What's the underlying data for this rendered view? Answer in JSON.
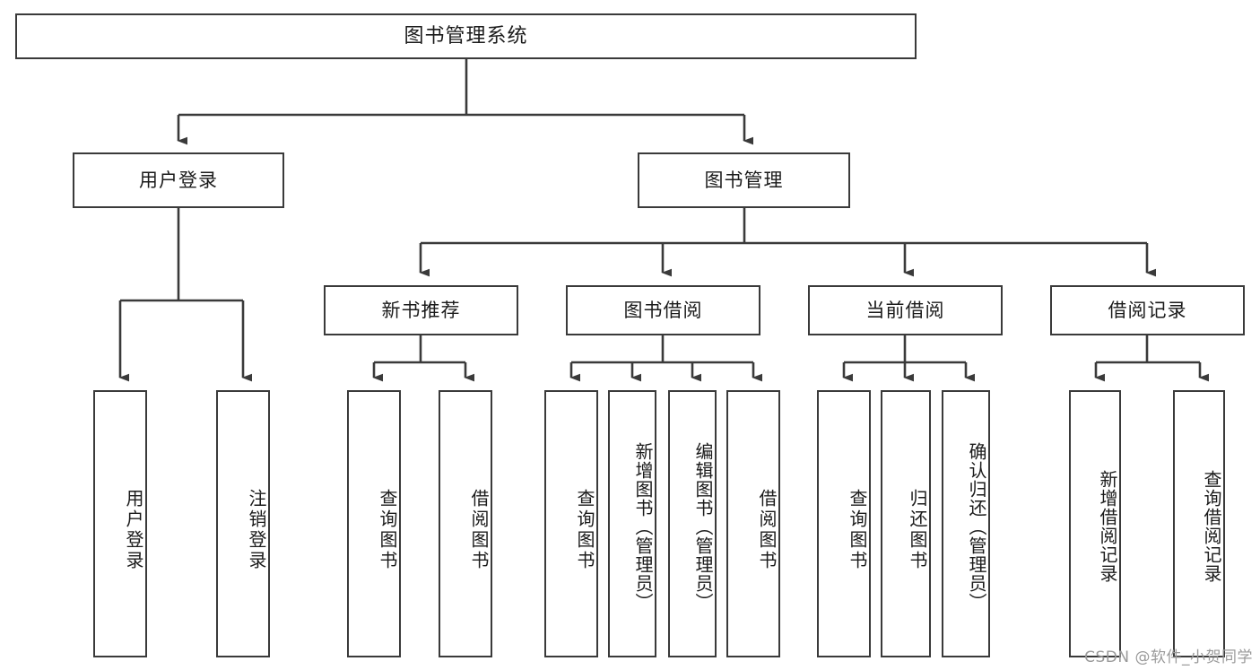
{
  "diagram": {
    "title": "图书管理系统",
    "root": {
      "label": "图书管理系统"
    },
    "level2": [
      {
        "label": "用户登录"
      },
      {
        "label": "图书管理"
      }
    ],
    "level3": [
      {
        "label": "新书推荐"
      },
      {
        "label": "图书借阅"
      },
      {
        "label": "当前借阅"
      },
      {
        "label": "借阅记录"
      }
    ],
    "leaves": [
      {
        "label": "用户登录"
      },
      {
        "label": "注销登录"
      },
      {
        "label": "查询图书"
      },
      {
        "label": "借阅图书"
      },
      {
        "label": "查询图书"
      },
      {
        "label": "新增图书（管理员）"
      },
      {
        "label": "编辑图书（管理员）"
      },
      {
        "label": "借阅图书"
      },
      {
        "label": "查询图书"
      },
      {
        "label": "归还图书"
      },
      {
        "label": "确认归还（管理员）"
      },
      {
        "label": "新增借阅记录"
      },
      {
        "label": "查询借阅记录"
      }
    ]
  },
  "watermark": {
    "text": "CSDN @软件_小贺同学"
  },
  "colors": {
    "stroke": "#3a3a3a",
    "box_fill": "#ffffff",
    "text": "#1b1b1b",
    "watermark": "#9a9a9a",
    "background": "#ffffff"
  }
}
